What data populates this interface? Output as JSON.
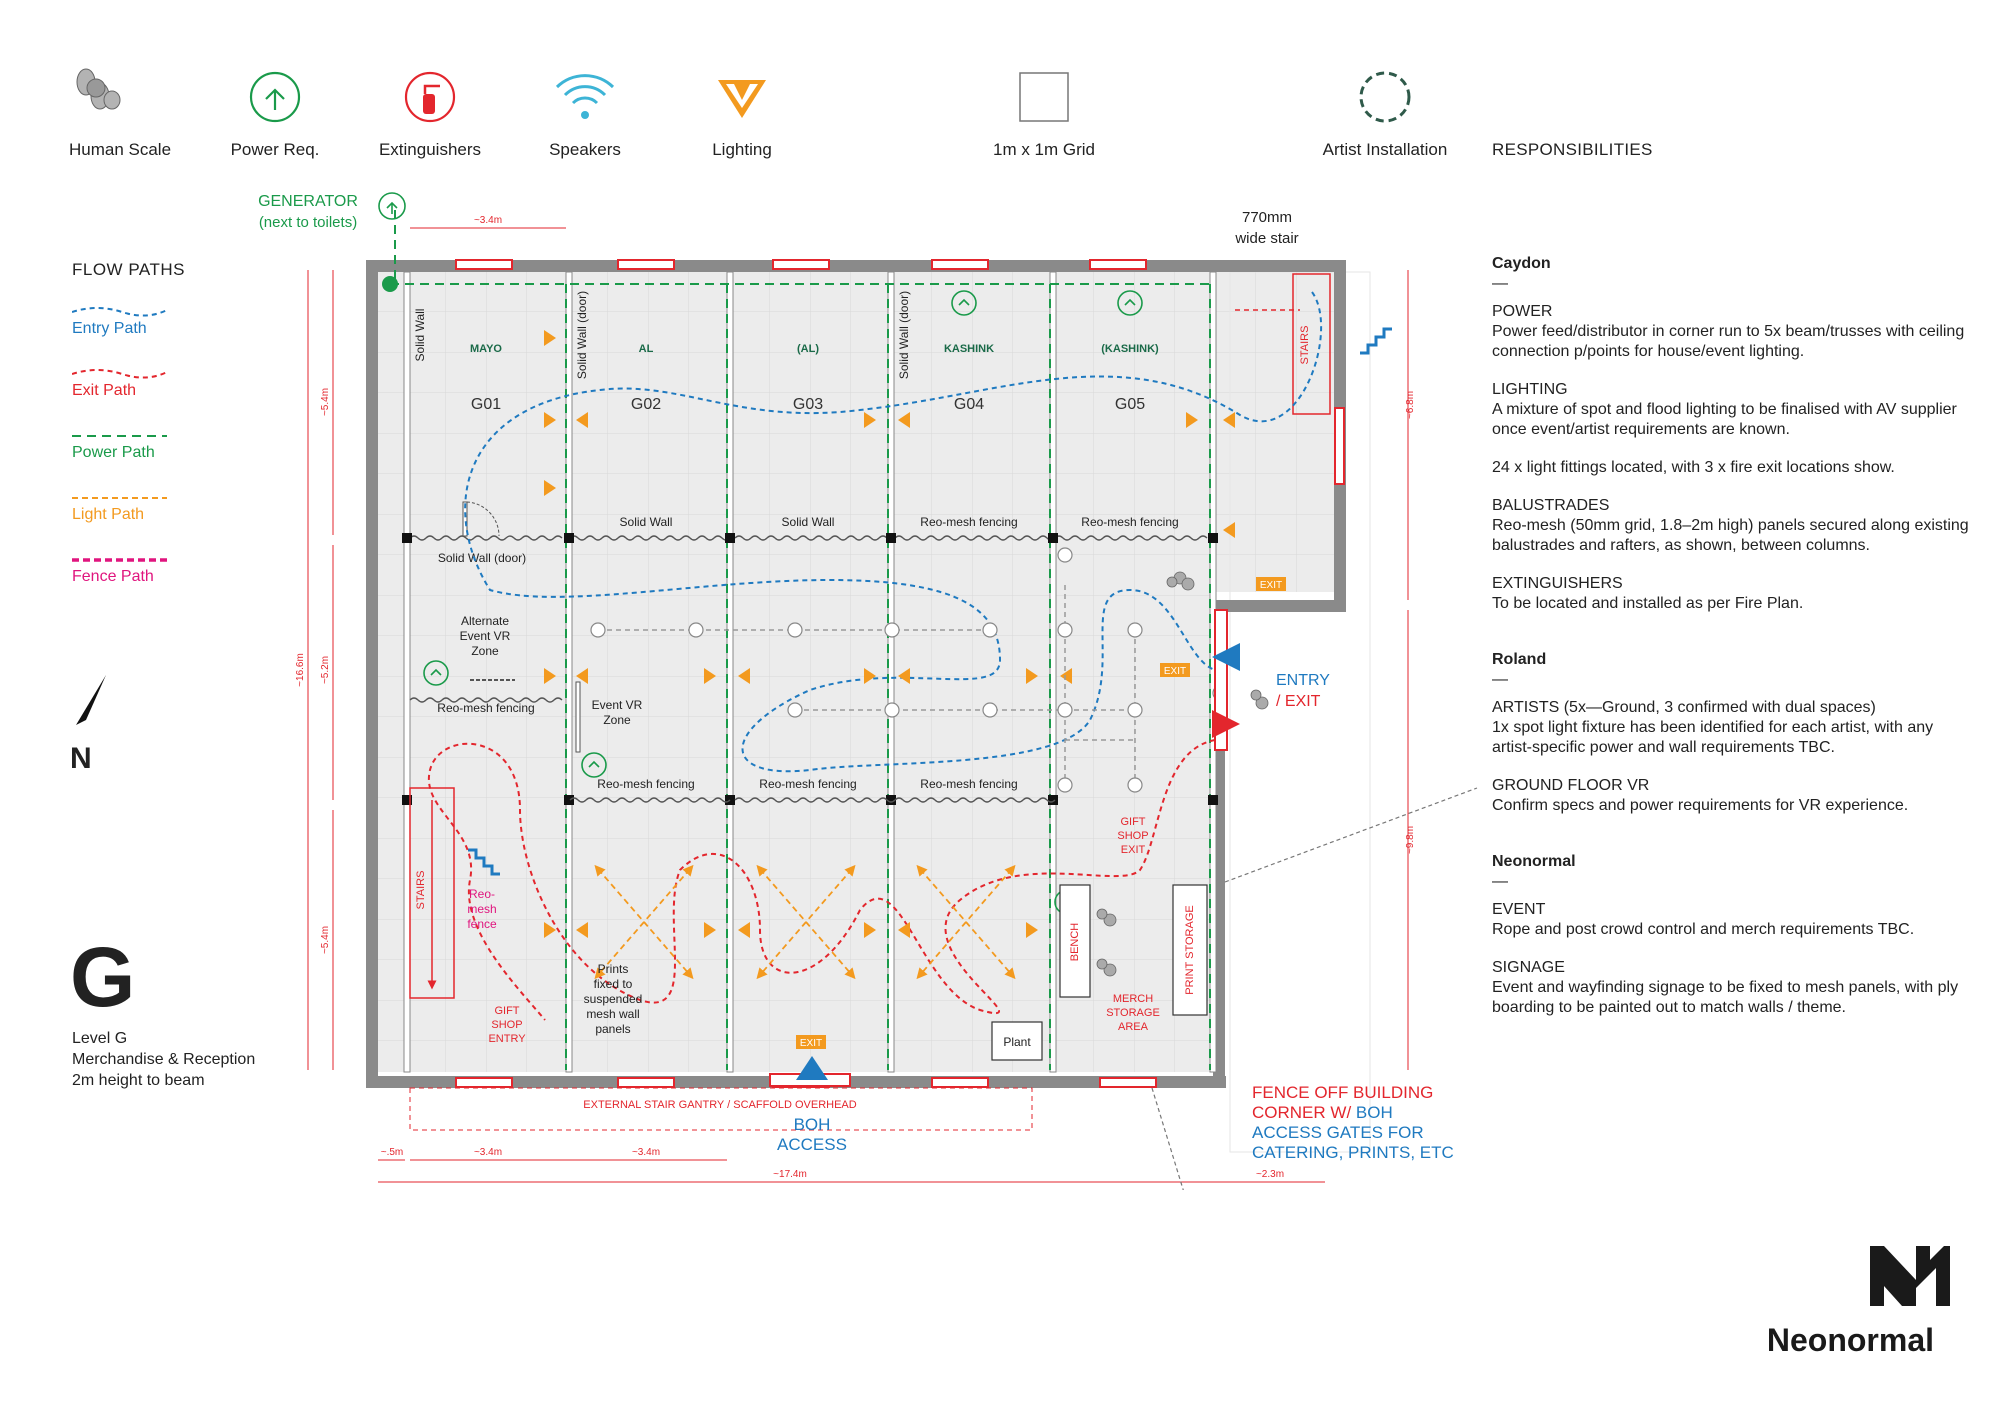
{
  "legend": {
    "items": [
      {
        "label": "Human Scale",
        "icon": "human-scale-icon"
      },
      {
        "label": "Power Req.",
        "icon": "power-icon"
      },
      {
        "label": "Extinguishers",
        "icon": "extinguisher-icon"
      },
      {
        "label": "Speakers",
        "icon": "speaker-icon"
      },
      {
        "label": "Lighting",
        "icon": "lighting-icon"
      },
      {
        "label": "1m x 1m Grid",
        "icon": "grid-square-icon"
      },
      {
        "label": "Artist Installation",
        "icon": "artist-installation-icon"
      }
    ]
  },
  "flow_paths": {
    "title": "FLOW PATHS",
    "entry": "Entry Path",
    "exit": "Exit Path",
    "power": "Power Path",
    "light": "Light Path",
    "fence": "Fence Path"
  },
  "colors": {
    "entry": "#1f7ac0",
    "exit": "#e3262d",
    "power": "#1a9a4a",
    "light": "#f39a1f",
    "fence": "#e0157e",
    "wall": "#8a8a8a"
  },
  "level": {
    "letter": "G",
    "line1": "Level G",
    "line2": "Merchandise & Reception",
    "line3": "2m height to beam"
  },
  "north": "N",
  "plan": {
    "generator": "GENERATOR",
    "generator_note": "(next to toilets)",
    "stair_note_1": "770mm",
    "stair_note_2": "wide stair",
    "dim_top": "~3.4m",
    "dim_left_total": "~16.6m",
    "dim_left_1": "~5.4m",
    "dim_left_2": "~5.2m",
    "dim_left_3": "~5.4m",
    "dim_right_1": "~6.8m",
    "dim_right_2": "~9.8m",
    "dim_bottom_a": "~.5m",
    "dim_bottom_b": "~3.4m",
    "dim_bottom_c": "~3.4m",
    "dim_bottom_total": "~17.4m",
    "dim_bottom_right": "~2.3m",
    "gallery_names": [
      "MAYO",
      "AL",
      "(AL)",
      "KASHINK",
      "(KASHINK)"
    ],
    "gallery_codes": [
      "G01",
      "G02",
      "G03",
      "G04",
      "G05"
    ],
    "solid_wall": "Solid Wall",
    "solid_wall_door": "Solid Wall (door)",
    "row_walls": [
      "Solid Wall",
      "Solid Wall",
      "Reo-mesh fencing",
      "Reo-mesh fencing"
    ],
    "row_walls_bottom": [
      "Reo-mesh fencing",
      "Reo-mesh fencing",
      "Reo-mesh fencing"
    ],
    "alt_vr": "Alternate\nEvent VR\nZone",
    "reo_mesh_fencing": "Reo-mesh fencing",
    "event_vr": "Event VR\nZone",
    "stairs": "STAIRS",
    "reo_mesh_fence": "Reo-\nmesh\nfence",
    "gift_shop_entry": "GIFT\nSHOP\nENTRY",
    "gift_shop_exit": "GIFT\nSHOP\nEXIT",
    "prints_note": "Prints\nfixed to\nsuspended\nmesh wall\npanels",
    "bench": "BENCH",
    "merch_storage": "MERCH\nSTORAGE\nAREA",
    "print_storage": "PRINT STORAGE",
    "plant": "Plant",
    "exit": "EXIT",
    "entry_exit_1": "ENTRY",
    "entry_exit_2": "/ EXIT",
    "gantry": "EXTERNAL STAIR GANTRY / SCAFFOLD OVERHEAD",
    "boh_1": "BOH",
    "boh_2": "ACCESS",
    "fence_note_1": "FENCE OFF BUILDING",
    "fence_note_2a": "CORNER W/ ",
    "fence_note_2b": "BOH",
    "fence_note_3": "ACCESS GATES FOR",
    "fence_note_4": "CATERING, PRINTS, ETC"
  },
  "responsibilities": {
    "title": "RESPONSIBILITIES",
    "dash": "—",
    "caydon": {
      "name": "Caydon",
      "power_h": "POWER",
      "power_t": "Power feed/distributor in corner run to 5x beam/trusses with ceiling connection p/points for house/event lighting.",
      "lighting_h": "LIGHTING",
      "lighting_t": "A mixture of spot and flood lighting to be finalised with AV supplier once event/artist requirements are known.",
      "lighting_t2": "24 x light fittings located, with 3 x fire exit locations show.",
      "bal_h": "BALUSTRADES",
      "bal_t": "Reo-mesh (50mm grid, 1.8–2m high) panels secured along existing balustrades and rafters, as shown, between columns.",
      "ext_h": "EXTINGUISHERS",
      "ext_t": "To be located and installed as per Fire Plan."
    },
    "roland": {
      "name": "Roland",
      "artists_h": "ARTISTS (5x—Ground, 3 confirmed with dual spaces)",
      "artists_t": "1x spot light fixture has been identified for each artist, with any artist-specific power and wall requirements TBC.",
      "vr_h": "GROUND FLOOR VR",
      "vr_t": "Confirm specs and power requirements for VR experience."
    },
    "neonormal": {
      "name": "Neonormal",
      "event_h": "EVENT",
      "event_t": "Rope and post crowd control and merch requirements TBC.",
      "sign_h": "SIGNAGE",
      "sign_t": "Event and wayfinding signage to be fixed to mesh panels, with ply boarding to be painted out to match walls / theme."
    }
  },
  "brand": "Neonormal"
}
